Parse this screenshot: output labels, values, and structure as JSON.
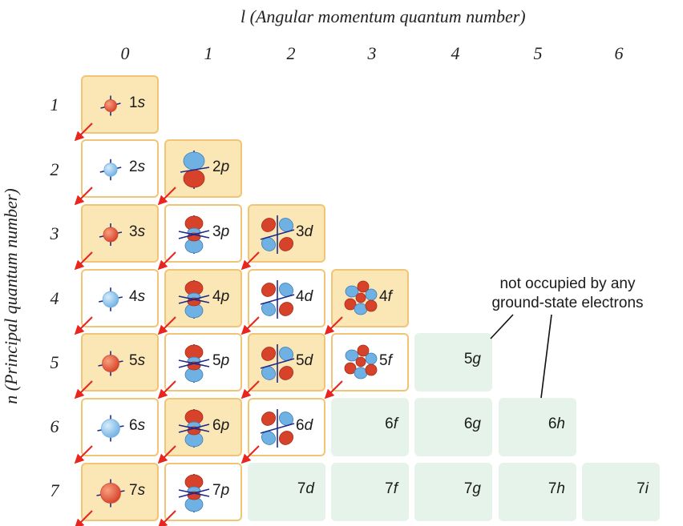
{
  "axes": {
    "l_title": "l (Angular momentum quantum number)",
    "n_title": "n (Principal quantum number)",
    "l_values": [
      "0",
      "1",
      "2",
      "3",
      "4",
      "5",
      "6"
    ],
    "n_values": [
      "1",
      "2",
      "3",
      "4",
      "5",
      "6",
      "7"
    ]
  },
  "note": {
    "line1": "not occupied by any",
    "line2": "ground-state electrons"
  },
  "colors": {
    "occupied_fill": "#fbe6b6",
    "occupied_border": "#f0c676",
    "unoccupied_fill": "#e6f3ea",
    "orbital_red": "#d6432a",
    "orbital_blue": "#6fb1e3",
    "arrow_red": "#e8261e",
    "axis_line": "#1e2a8a"
  },
  "orbitals": [
    {
      "n": "1",
      "l": "s",
      "row": 0,
      "col": 0,
      "style": "filled",
      "shape": "s",
      "color": "red",
      "size": 0.55
    },
    {
      "n": "2",
      "l": "s",
      "row": 1,
      "col": 0,
      "style": "white",
      "shape": "s",
      "color": "blue",
      "size": 0.62
    },
    {
      "n": "2",
      "l": "p",
      "row": 1,
      "col": 1,
      "style": "filled",
      "shape": "p",
      "color": "mixed",
      "size": 1
    },
    {
      "n": "3",
      "l": "s",
      "row": 2,
      "col": 0,
      "style": "filled",
      "shape": "s",
      "color": "red",
      "size": 0.7
    },
    {
      "n": "3",
      "l": "p",
      "row": 2,
      "col": 1,
      "style": "white",
      "shape": "p3",
      "color": "mixed",
      "size": 1
    },
    {
      "n": "3",
      "l": "d",
      "row": 2,
      "col": 2,
      "style": "filled",
      "shape": "d",
      "color": "mixed",
      "size": 1
    },
    {
      "n": "4",
      "l": "s",
      "row": 3,
      "col": 0,
      "style": "white",
      "shape": "s",
      "color": "blue",
      "size": 0.78
    },
    {
      "n": "4",
      "l": "p",
      "row": 3,
      "col": 1,
      "style": "filled",
      "shape": "p3",
      "color": "mixed",
      "size": 1
    },
    {
      "n": "4",
      "l": "d",
      "row": 3,
      "col": 2,
      "style": "white",
      "shape": "d",
      "color": "mixed",
      "size": 1
    },
    {
      "n": "4",
      "l": "f",
      "row": 3,
      "col": 3,
      "style": "filled",
      "shape": "f",
      "color": "mixed",
      "size": 1
    },
    {
      "n": "5",
      "l": "s",
      "row": 4,
      "col": 0,
      "style": "filled",
      "shape": "s",
      "color": "red",
      "size": 0.85
    },
    {
      "n": "5",
      "l": "p",
      "row": 4,
      "col": 1,
      "style": "white",
      "shape": "p3",
      "color": "mixed",
      "size": 1
    },
    {
      "n": "5",
      "l": "d",
      "row": 4,
      "col": 2,
      "style": "filled",
      "shape": "d",
      "color": "mixed",
      "size": 1
    },
    {
      "n": "5",
      "l": "f",
      "row": 4,
      "col": 3,
      "style": "white",
      "shape": "f",
      "color": "mixed",
      "size": 1
    },
    {
      "n": "5",
      "l": "g",
      "row": 4,
      "col": 4,
      "style": "empty"
    },
    {
      "n": "6",
      "l": "s",
      "row": 5,
      "col": 0,
      "style": "white",
      "shape": "s",
      "color": "blue",
      "size": 0.95
    },
    {
      "n": "6",
      "l": "p",
      "row": 5,
      "col": 1,
      "style": "filled",
      "shape": "p3",
      "color": "mixed",
      "size": 1
    },
    {
      "n": "6",
      "l": "d",
      "row": 5,
      "col": 2,
      "style": "white",
      "shape": "d",
      "color": "mixed",
      "size": 1
    },
    {
      "n": "6",
      "l": "f",
      "row": 5,
      "col": 3,
      "style": "empty"
    },
    {
      "n": "6",
      "l": "g",
      "row": 5,
      "col": 4,
      "style": "empty"
    },
    {
      "n": "6",
      "l": "h",
      "row": 5,
      "col": 5,
      "style": "empty"
    },
    {
      "n": "7",
      "l": "s",
      "row": 6,
      "col": 0,
      "style": "filled",
      "shape": "s",
      "color": "red",
      "size": 1.05
    },
    {
      "n": "7",
      "l": "p",
      "row": 6,
      "col": 1,
      "style": "white",
      "shape": "p3",
      "color": "mixed",
      "size": 1
    },
    {
      "n": "7",
      "l": "d",
      "row": 6,
      "col": 2,
      "style": "empty"
    },
    {
      "n": "7",
      "l": "f",
      "row": 6,
      "col": 3,
      "style": "empty"
    },
    {
      "n": "7",
      "l": "g",
      "row": 6,
      "col": 4,
      "style": "empty"
    },
    {
      "n": "7",
      "l": "h",
      "row": 6,
      "col": 5,
      "style": "empty"
    },
    {
      "n": "7",
      "l": "i",
      "row": 6,
      "col": 6,
      "style": "empty"
    }
  ]
}
